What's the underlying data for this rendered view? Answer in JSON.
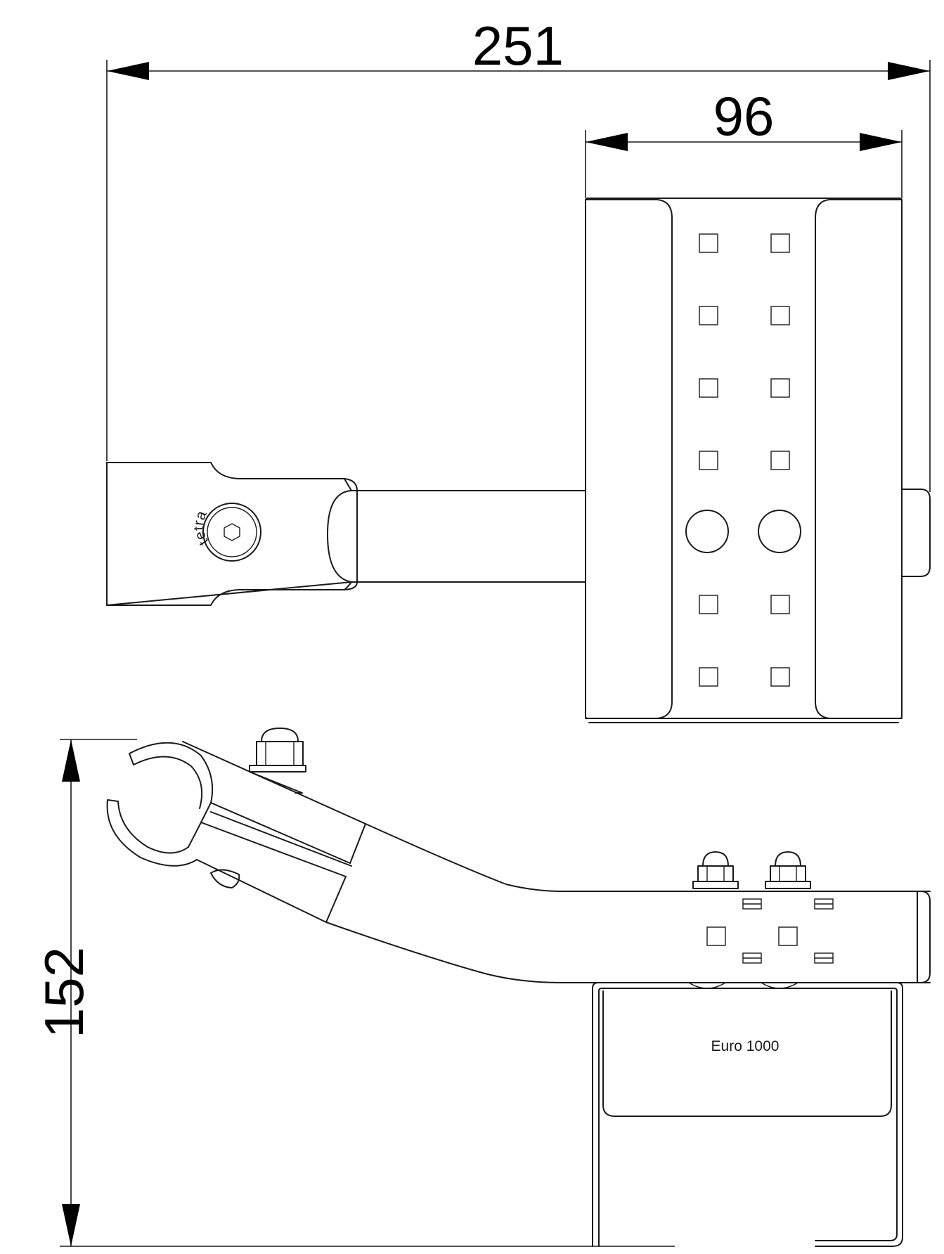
{
  "dimensions": {
    "overall_width": "251",
    "plate_width": "96",
    "overall_height": "152"
  },
  "labels": {
    "product_label": "Euro 1000",
    "bolt_logo_text": "tetra"
  },
  "colors": {
    "line": "#1a1a1a",
    "background": "#ffffff"
  }
}
